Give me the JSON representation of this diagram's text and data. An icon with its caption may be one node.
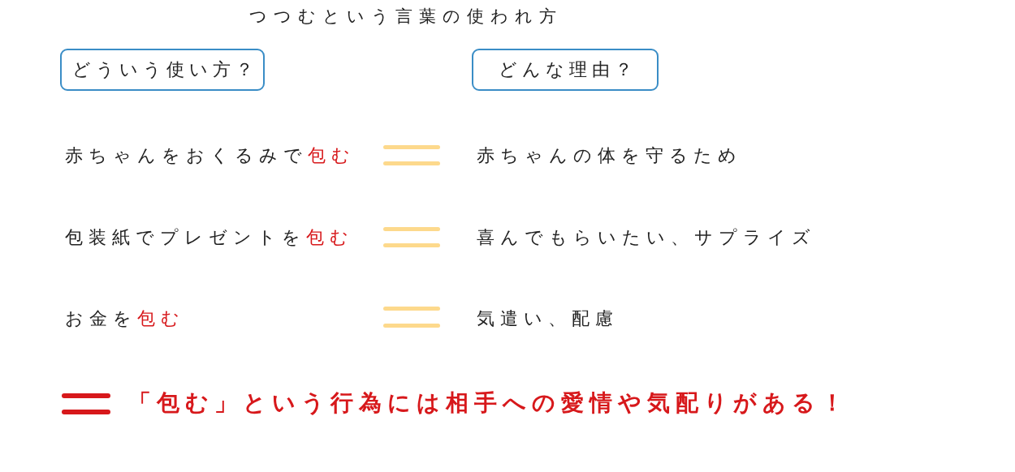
{
  "diagram": {
    "title": "つつむという言葉の使われ方",
    "nodes": [
      {
        "text": [
          "どういう使い方？"
        ]
      },
      {
        "text": [
          "どんな理由？"
        ]
      }
    ],
    "labels": [
      "赤ちゃんをおくるみで包む",
      "赤ちゃんの体を守るため",
      "包装紙でプレゼントを包む",
      "喜んでもらいたい、サプライズ",
      "お金を包む",
      "気遣い、配慮",
      "「包む」という行為には相手への愛情や気配りがある！"
    ]
  }
}
